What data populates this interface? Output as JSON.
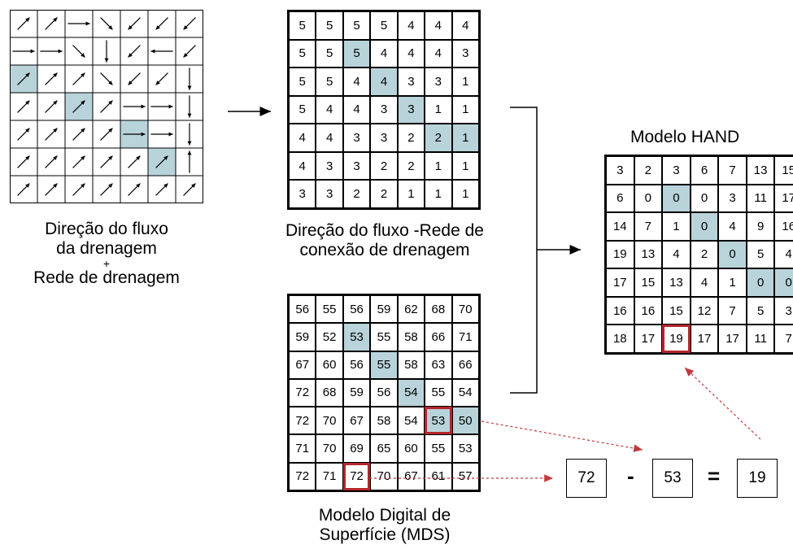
{
  "flow_grid": {
    "caption_lines": [
      "Direção do fluxo",
      "da drenagem",
      "+",
      "Rede de drenagem"
    ],
    "highlighted": [
      [
        1,
        3
      ],
      [
        3,
        4
      ],
      [
        5,
        5
      ],
      [
        6,
        6
      ]
    ],
    "arrows": [
      [
        [
          "ne",
          "ne",
          "e",
          "se",
          "sw",
          "sw",
          "sw"
        ],
        [
          "e",
          "e",
          "se",
          "s",
          "sw",
          "w",
          "sw"
        ],
        [
          "ne",
          "ne",
          "ne",
          "se",
          "sw",
          "sw",
          "s"
        ],
        [
          "ne",
          "ne",
          "ne",
          "ne",
          "e",
          "e",
          "s"
        ],
        [
          "ne",
          "ne",
          "ne",
          "ne",
          "e",
          "e",
          "s"
        ],
        [
          "ne",
          "ne",
          "ne",
          "ne",
          "ne",
          "ne",
          "n"
        ],
        [
          "ne",
          "ne",
          "ne",
          "ne",
          "ne",
          "ne",
          "ne"
        ]
      ]
    ]
  },
  "flow_direction": {
    "caption_lines": [
      "Direção do fluxo -Rede de",
      "conexão de drenagem"
    ],
    "values": [
      [
        "5",
        "5",
        "5",
        "5",
        "4",
        "4",
        "4"
      ],
      [
        "5",
        "5",
        "5",
        "4",
        "4",
        "4",
        "3"
      ],
      [
        "5",
        "5",
        "4",
        "4",
        "3",
        "3",
        "1"
      ],
      [
        "5",
        "4",
        "4",
        "3",
        "3",
        "1",
        "1"
      ],
      [
        "4",
        "4",
        "3",
        "3",
        "2",
        "2",
        "1"
      ],
      [
        "4",
        "3",
        "3",
        "2",
        "2",
        "1",
        "1"
      ],
      [
        "3",
        "3",
        "2",
        "2",
        "1",
        "1",
        "1"
      ]
    ],
    "highlighted": [
      [
        1,
        2
      ],
      [
        2,
        3
      ],
      [
        3,
        4
      ],
      [
        4,
        5
      ],
      [
        4,
        6
      ]
    ]
  },
  "mds": {
    "caption_lines": [
      "Modelo Digital de",
      "Superfície (MDS)"
    ],
    "values": [
      [
        "56",
        "55",
        "56",
        "59",
        "62",
        "68",
        "70"
      ],
      [
        "59",
        "52",
        "53",
        "55",
        "58",
        "66",
        "71"
      ],
      [
        "67",
        "60",
        "56",
        "55",
        "58",
        "63",
        "66"
      ],
      [
        "72",
        "68",
        "59",
        "56",
        "54",
        "55",
        "54"
      ],
      [
        "72",
        "70",
        "67",
        "58",
        "54",
        "53",
        "50"
      ],
      [
        "71",
        "70",
        "69",
        "65",
        "60",
        "55",
        "53"
      ],
      [
        "72",
        "71",
        "72",
        "70",
        "67",
        "61",
        "57"
      ]
    ],
    "highlighted": [
      [
        1,
        2
      ],
      [
        2,
        3
      ],
      [
        3,
        4
      ],
      [
        4,
        5
      ],
      [
        4,
        6
      ]
    ],
    "boxed": [
      [
        4,
        5
      ],
      [
        6,
        2
      ]
    ]
  },
  "hand": {
    "title": "Modelo HAND",
    "values": [
      [
        "3",
        "2",
        "3",
        "6",
        "7",
        "13",
        "15"
      ],
      [
        "6",
        "0",
        "0",
        "0",
        "3",
        "11",
        "17"
      ],
      [
        "14",
        "7",
        "1",
        "0",
        "4",
        "9",
        "16"
      ],
      [
        "19",
        "13",
        "4",
        "2",
        "0",
        "5",
        "4"
      ],
      [
        "17",
        "15",
        "13",
        "4",
        "1",
        "0",
        "0"
      ],
      [
        "16",
        "16",
        "15",
        "12",
        "7",
        "5",
        "3"
      ],
      [
        "18",
        "17",
        "19",
        "17",
        "17",
        "11",
        "7"
      ]
    ],
    "highlighted": [
      [
        1,
        2
      ],
      [
        2,
        3
      ],
      [
        3,
        4
      ],
      [
        4,
        5
      ],
      [
        4,
        6
      ]
    ],
    "boxed": [
      [
        6,
        2
      ]
    ]
  },
  "equation": {
    "a": "72",
    "minus": "-",
    "b": "53",
    "equals": "=",
    "result": "19"
  },
  "colors": {
    "highlight": "#b9d3da",
    "box": "#b3262b",
    "dotted": "#c0393b"
  }
}
